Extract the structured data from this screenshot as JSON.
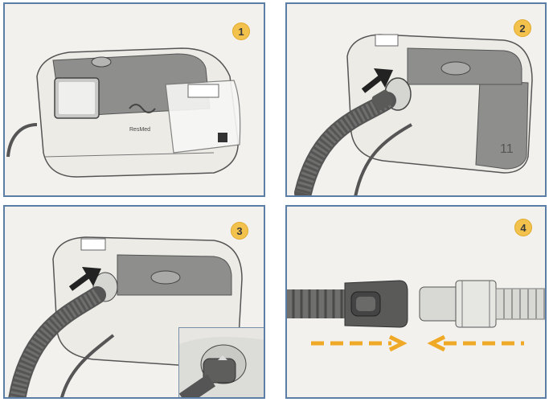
{
  "panels": [
    {
      "step": "1",
      "device_brand": "ResMed"
    },
    {
      "step": "2",
      "device_numeral": "11"
    },
    {
      "step": "3"
    },
    {
      "step": "4"
    }
  ],
  "colors": {
    "panel_border": "#5b7ea6",
    "badge": "#f3c24d",
    "arrow": "#f0a926",
    "device_body": "#ecebe6",
    "device_dark": "#8e8e8c"
  },
  "icons": [
    "step-badge",
    "push-arrow-icon",
    "connect-arrow-right-icon",
    "connect-arrow-left-icon"
  ]
}
